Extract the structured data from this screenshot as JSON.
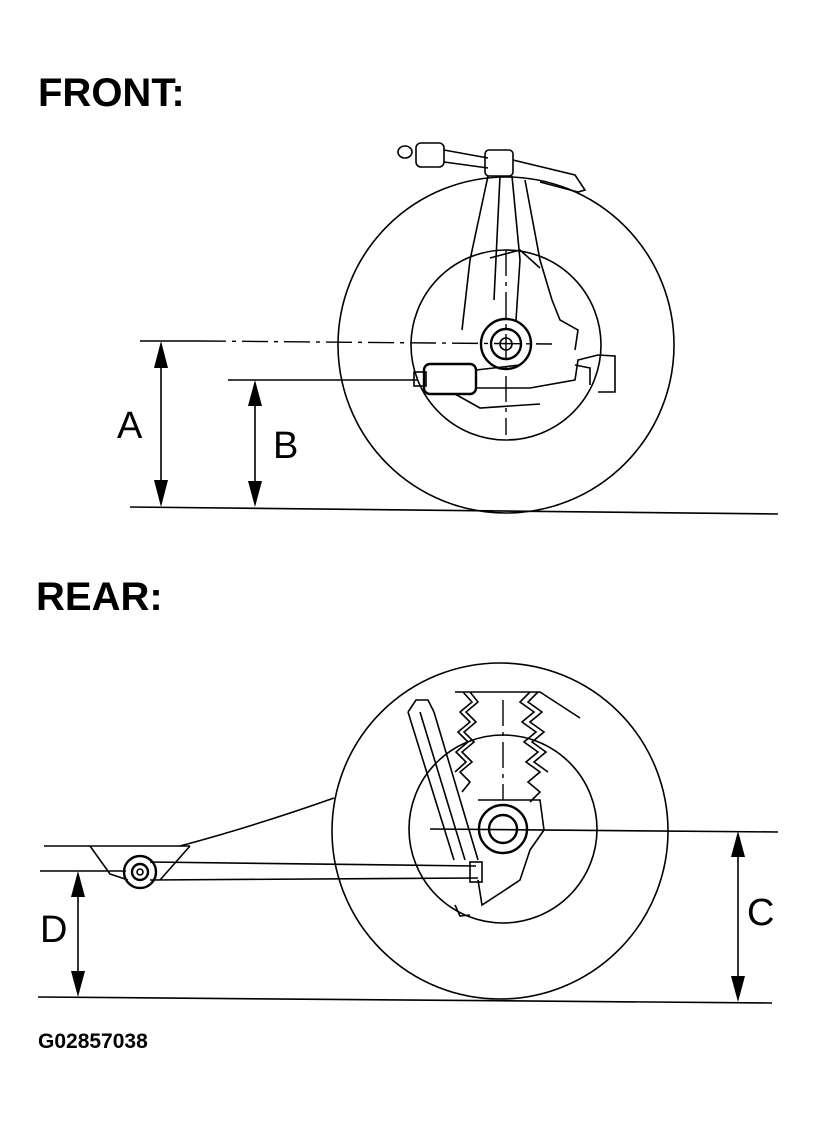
{
  "sections": {
    "front": {
      "title": "FRONT:"
    },
    "rear": {
      "title": "REAR:"
    }
  },
  "dimensions": {
    "a": "A",
    "b": "B",
    "c": "C",
    "d": "D"
  },
  "figure": {
    "id": "G02857038"
  }
}
